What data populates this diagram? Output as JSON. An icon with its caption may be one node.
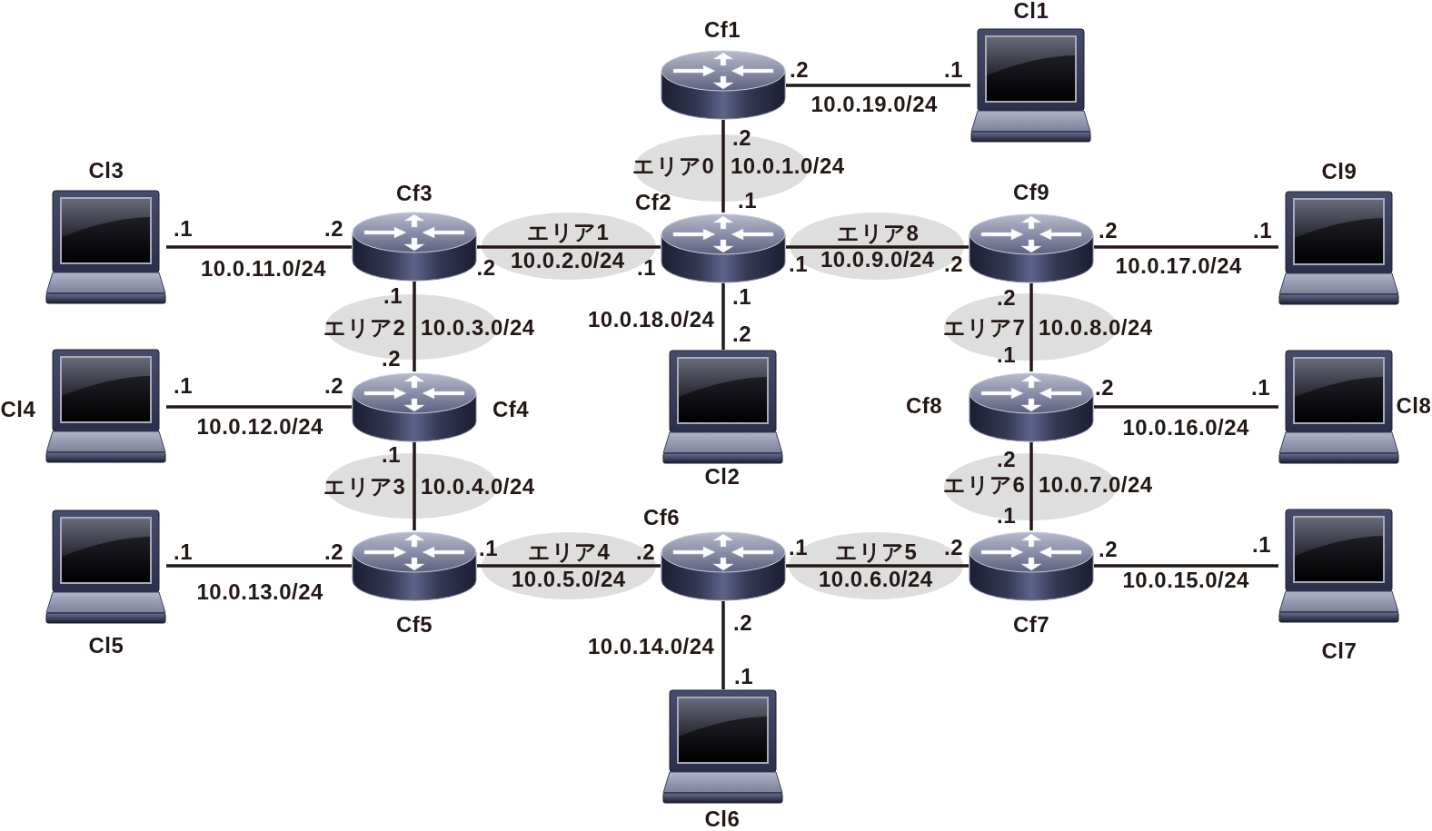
{
  "diagram": {
    "nodes": [
      {
        "text": [
          "Cf1"
        ]
      },
      {
        "text": [
          "Cl1"
        ]
      },
      {
        "text": [
          "Cl3"
        ]
      },
      {
        "text": [
          "Cf3"
        ]
      },
      {
        "text": [
          "Cf2"
        ]
      },
      {
        "text": [
          "Cf9"
        ]
      },
      {
        "text": [
          "Cl9"
        ]
      },
      {
        "text": [
          "Cl4"
        ]
      },
      {
        "text": [
          "Cf4"
        ]
      },
      {
        "text": [
          "Cl2"
        ]
      },
      {
        "text": [
          "Cf8"
        ]
      },
      {
        "text": [
          "Cl8"
        ]
      },
      {
        "text": [
          "Cl5"
        ]
      },
      {
        "text": [
          "Cf5"
        ]
      },
      {
        "text": [
          "Cf6"
        ]
      },
      {
        "text": [
          "Cf7"
        ]
      },
      {
        "text": [
          "Cl7"
        ]
      },
      {
        "text": [
          "Cl6"
        ]
      }
    ],
    "edges": [
      {
        "from": 0,
        "to": 1,
        "arrow": "none",
        "label": "10.0.19.0/24"
      },
      {
        "from": 0,
        "to": 4,
        "arrow": "none",
        "label": "10.0.1.0/24"
      },
      {
        "from": 2,
        "to": 3,
        "arrow": "none",
        "label": "10.0.11.0/24"
      },
      {
        "from": 3,
        "to": 4,
        "arrow": "none",
        "label": "10.0.2.0/24"
      },
      {
        "from": 4,
        "to": 5,
        "arrow": "none",
        "label": "10.0.9.0/24"
      },
      {
        "from": 5,
        "to": 6,
        "arrow": "none",
        "label": "10.0.17.0/24"
      },
      {
        "from": 3,
        "to": 8,
        "arrow": "none",
        "label": "10.0.3.0/24"
      },
      {
        "from": 4,
        "to": 9,
        "arrow": "none",
        "label": "10.0.18.0/24"
      },
      {
        "from": 5,
        "to": 10,
        "arrow": "none",
        "label": "10.0.8.0/24"
      },
      {
        "from": 7,
        "to": 8,
        "arrow": "none",
        "label": "10.0.12.0/24"
      },
      {
        "from": 10,
        "to": 11,
        "arrow": "none",
        "label": "10.0.16.0/24"
      },
      {
        "from": 8,
        "to": 13,
        "arrow": "none",
        "label": "10.0.4.0/24"
      },
      {
        "from": 10,
        "to": 15,
        "arrow": "none",
        "label": "10.0.7.0/24"
      },
      {
        "from": 12,
        "to": 13,
        "arrow": "none",
        "label": "10.0.13.0/24"
      },
      {
        "from": 13,
        "to": 14,
        "arrow": "none",
        "label": "10.0.5.0/24"
      },
      {
        "from": 14,
        "to": 15,
        "arrow": "none",
        "label": "10.0.6.0/24"
      },
      {
        "from": 15,
        "to": 16,
        "arrow": "none",
        "label": "10.0.15.0/24"
      },
      {
        "from": 14,
        "to": 17,
        "arrow": "none",
        "label": "10.0.14.0/24"
      }
    ],
    "labels": [
      ".2",
      ".1",
      ".2",
      "エリア0",
      ".1",
      ".1",
      ".2",
      "エリア1",
      "エリア8",
      ".2",
      ".1",
      ".2",
      ".1",
      ".1",
      ".2",
      ".1",
      ".1",
      ".2",
      "エリア2",
      ".2",
      "エリア7",
      ".2",
      ".1",
      ".1",
      ".2",
      ".2",
      ".1",
      ".1",
      ".2",
      "エリア3",
      "エリア6",
      ".1",
      ".1",
      ".2",
      ".1",
      "エリア4",
      ".2",
      ".1",
      "エリア5",
      ".2",
      ".2",
      ".1",
      ".2",
      ".1"
    ]
  }
}
